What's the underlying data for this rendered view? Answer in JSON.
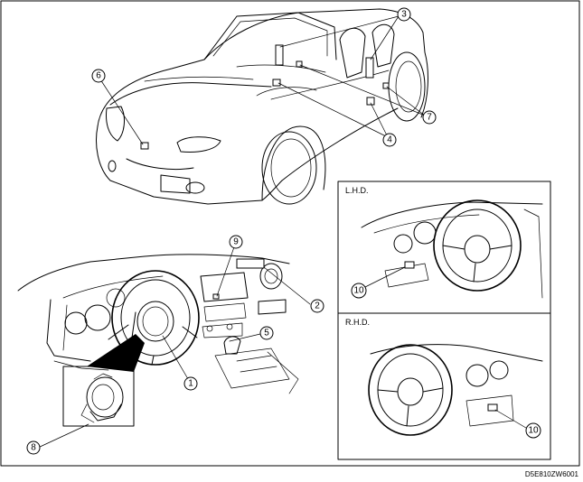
{
  "figure": {
    "code": "D5E810ZW6001",
    "inset_labels": [
      "L.H.D.",
      "R.H.D."
    ],
    "callouts": [
      "1",
      "2",
      "3",
      "4",
      "5",
      "6",
      "7",
      "8",
      "9",
      "10",
      "10"
    ]
  }
}
